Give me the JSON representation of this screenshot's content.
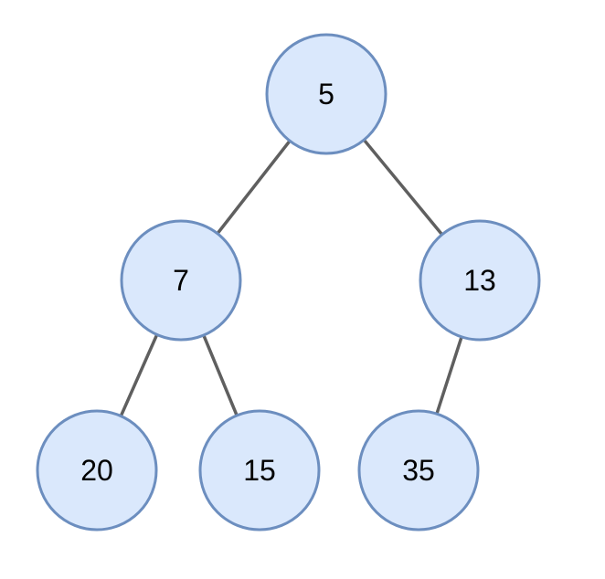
{
  "colors": {
    "node_fill": "#dae8fc",
    "node_stroke": "#6c8ebf",
    "edge": "#5f5f5f",
    "text": "#000000"
  },
  "tree": {
    "root": "5",
    "nodes": [
      {
        "id": "n5",
        "label": "5"
      },
      {
        "id": "n7",
        "label": "7"
      },
      {
        "id": "n13",
        "label": "13"
      },
      {
        "id": "n20",
        "label": "20"
      },
      {
        "id": "n15",
        "label": "15"
      },
      {
        "id": "n35",
        "label": "35"
      }
    ],
    "edges": [
      {
        "from": "n5",
        "to": "n7"
      },
      {
        "from": "n5",
        "to": "n13"
      },
      {
        "from": "n7",
        "to": "n20"
      },
      {
        "from": "n7",
        "to": "n15"
      },
      {
        "from": "n13",
        "to": "n35"
      }
    ]
  }
}
